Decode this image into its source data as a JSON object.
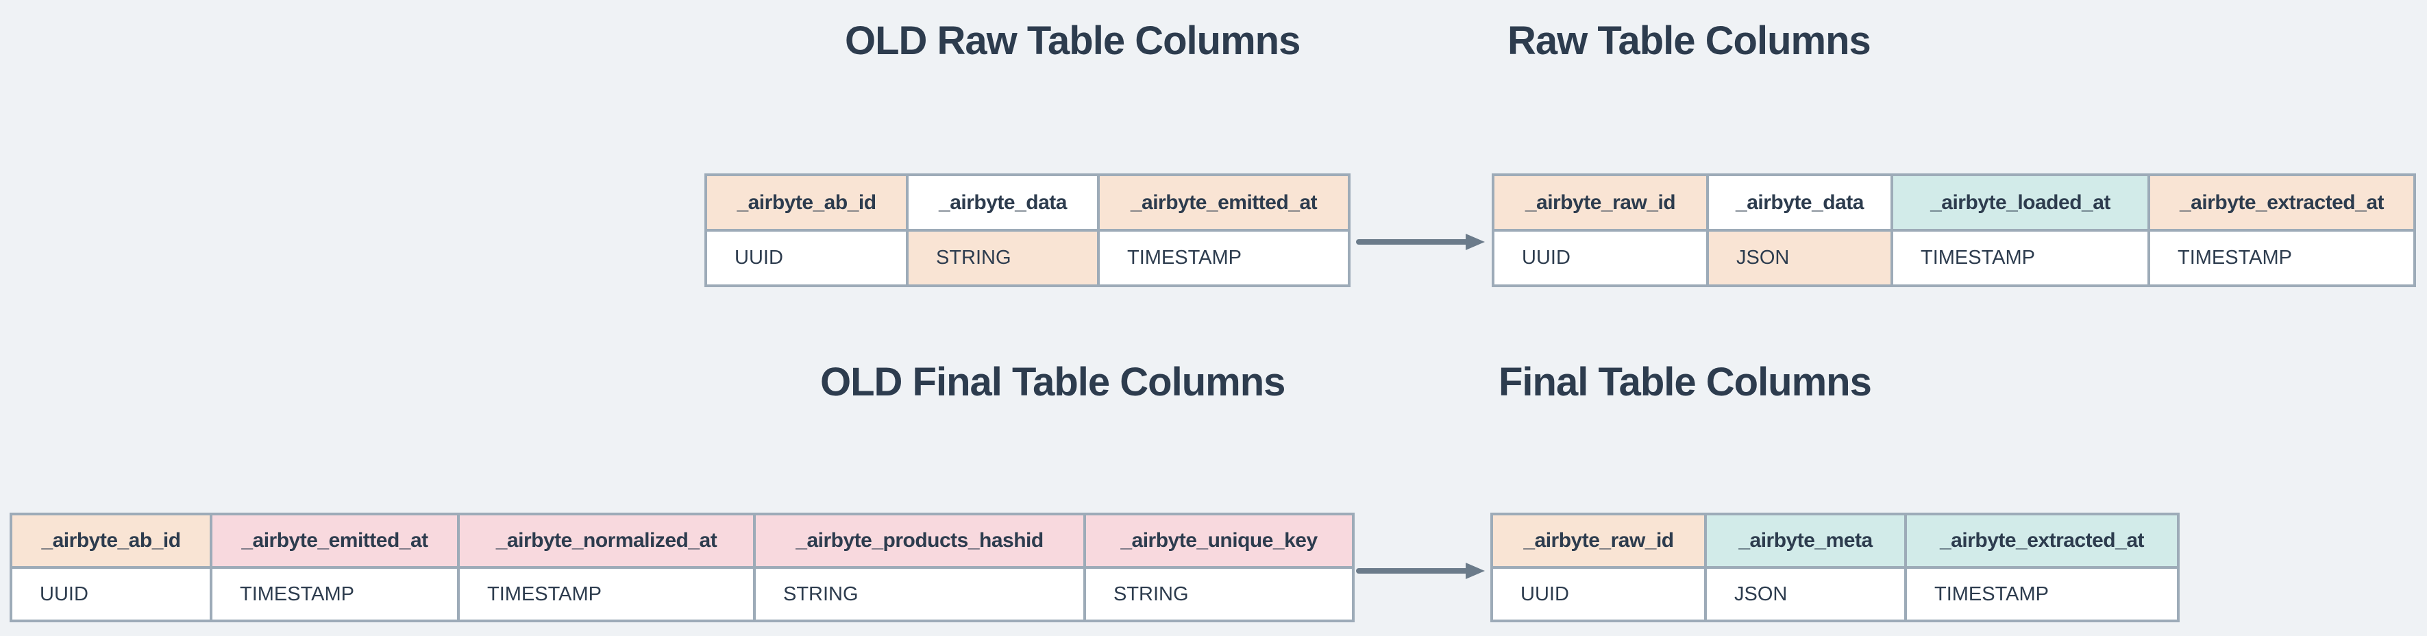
{
  "colors": {
    "bg": "#eff2f5",
    "border": "#9dabb8",
    "text": "#2d3c4e",
    "arrow": "#6b7b8a",
    "peach": "#f9e4d4",
    "pink": "#f8d9de",
    "teal": "#d2ebe9",
    "white": "#ffffff"
  },
  "titles": {
    "old_raw": "OLD Raw Table Columns",
    "raw": "Raw Table Columns",
    "old_final": "OLD Final Table Columns",
    "final": "Final Table Columns"
  },
  "tables": {
    "old_raw": {
      "columns": [
        {
          "name": "_airbyte_ab_id",
          "header": "peach",
          "type": "UUID",
          "cell": "white"
        },
        {
          "name": "_airbyte_data",
          "header": "white",
          "type": "STRING",
          "cell": "peach"
        },
        {
          "name": "_airbyte_emitted_at",
          "header": "peach",
          "type": "TIMESTAMP",
          "cell": "white"
        }
      ]
    },
    "raw": {
      "columns": [
        {
          "name": "_airbyte_raw_id",
          "header": "peach",
          "type": "UUID",
          "cell": "white"
        },
        {
          "name": "_airbyte_data",
          "header": "white",
          "type": "JSON",
          "cell": "peach"
        },
        {
          "name": "_airbyte_loaded_at",
          "header": "teal",
          "type": "TIMESTAMP",
          "cell": "white"
        },
        {
          "name": "_airbyte_extracted_at",
          "header": "peach",
          "type": "TIMESTAMP",
          "cell": "white"
        }
      ]
    },
    "old_final": {
      "columns": [
        {
          "name": "_airbyte_ab_id",
          "header": "peach",
          "type": "UUID",
          "cell": "white"
        },
        {
          "name": "_airbyte_emitted_at",
          "header": "pink",
          "type": "TIMESTAMP",
          "cell": "white"
        },
        {
          "name": "_airbyte_normalized_at",
          "header": "pink",
          "type": "TIMESTAMP",
          "cell": "white"
        },
        {
          "name": "_airbyte_products_hashid",
          "header": "pink",
          "type": "STRING",
          "cell": "white"
        },
        {
          "name": "_airbyte_unique_key",
          "header": "pink",
          "type": "STRING",
          "cell": "white"
        }
      ]
    },
    "final": {
      "columns": [
        {
          "name": "_airbyte_raw_id",
          "header": "peach",
          "type": "UUID",
          "cell": "white"
        },
        {
          "name": "_airbyte_meta",
          "header": "teal",
          "type": "JSON",
          "cell": "white"
        },
        {
          "name": "_airbyte_extracted_at",
          "header": "teal",
          "type": "TIMESTAMP",
          "cell": "white"
        }
      ]
    }
  }
}
